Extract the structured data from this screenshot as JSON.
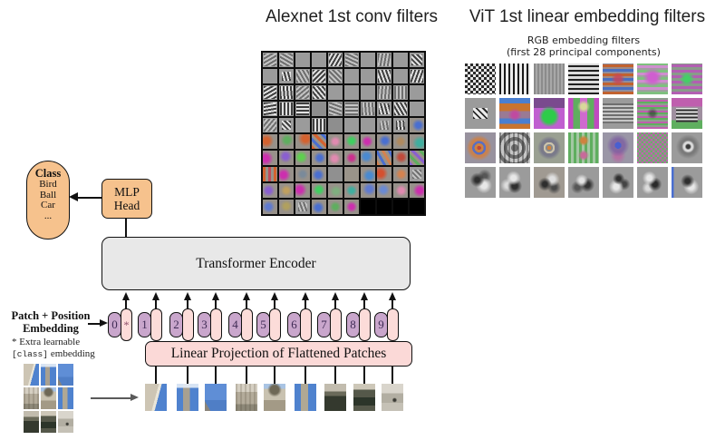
{
  "titles": {
    "alexnet": "Alexnet 1st conv filters",
    "vit": "ViT 1st linear embedding filters",
    "vit_sub1": "RGB embedding filters",
    "vit_sub2": "(first 28 principal components)"
  },
  "diagram": {
    "class_bubble": {
      "title": "Class",
      "items": [
        "Bird",
        "Ball",
        "Car",
        "..."
      ]
    },
    "mlp": {
      "line1": "MLP",
      "line2": "Head"
    },
    "encoder": "Transformer Encoder",
    "patch_position": {
      "line1": "Patch + Position",
      "line2": "Embedding"
    },
    "note": {
      "line1": "* Extra learnable",
      "code": "[class]",
      "rest": "embedding"
    },
    "linear": "Linear Projection of Flattened Patches",
    "tokens": [
      "0",
      "1",
      "2",
      "3",
      "4",
      "5",
      "6",
      "7",
      "8",
      "9"
    ],
    "star": "*"
  },
  "colors": {
    "peach": "#f6c28d",
    "token_purple": "#c9a6cc",
    "token_pink": "#fcdcd9",
    "linear_pink": "#fbd9d7",
    "encoder_gray": "#e8e8e8",
    "sky_blue": "#4f82ce",
    "grid_black": "#0d0d0d"
  },
  "alexnet_filters": {
    "cols": 10,
    "rows": 10,
    "cells": [
      [
        "g",
        150,
        1
      ],
      [
        "g",
        30,
        1
      ],
      [
        "p"
      ],
      [
        "p"
      ],
      [
        "g",
        120,
        2
      ],
      [
        "g",
        25,
        1
      ],
      [
        "p"
      ],
      [
        "g",
        100,
        1
      ],
      [
        "p"
      ],
      [
        "g",
        45,
        2,
        12
      ],
      [
        "p"
      ],
      [
        "g",
        75,
        2,
        10
      ],
      [
        "g",
        60,
        1
      ],
      [
        "g",
        135,
        2
      ],
      [
        "g",
        45,
        1
      ],
      [
        "p"
      ],
      [
        "p"
      ],
      [
        "g",
        70,
        2
      ],
      [
        "p"
      ],
      [
        "g",
        110,
        2
      ],
      [
        "g",
        150,
        2
      ],
      [
        "g",
        85,
        2
      ],
      [
        "g",
        140,
        1
      ],
      [
        "g",
        50,
        2
      ],
      [
        "p"
      ],
      [
        "p"
      ],
      [
        "p"
      ],
      [
        "g",
        95,
        1
      ],
      [
        "g",
        90,
        1
      ],
      [
        "p"
      ],
      [
        "g",
        170,
        2
      ],
      [
        "g",
        90,
        2
      ],
      [
        "g",
        0,
        2
      ],
      [
        "p",
        "#8e8e8e"
      ],
      [
        "g",
        20,
        1
      ],
      [
        "g",
        0,
        1
      ],
      [
        "g",
        85,
        1
      ],
      [
        "g",
        75,
        2,
        12
      ],
      [
        "g",
        60,
        2
      ],
      [
        "p"
      ],
      [
        "g",
        130,
        1
      ],
      [
        "g",
        45,
        2,
        10
      ],
      [
        "p"
      ],
      [
        "g",
        90,
        2,
        14
      ],
      [
        "p",
        "#8e8e8e"
      ],
      [
        "p"
      ],
      [
        "p"
      ],
      [
        "g",
        80,
        1,
        10
      ],
      [
        "g",
        85,
        2,
        10
      ],
      [
        "b",
        "#4a6fd0",
        60,
        50
      ],
      [
        "b",
        "#d4622f",
        25,
        45
      ],
      [
        "b",
        "#5fae5f",
        55,
        40
      ],
      [
        "b",
        "#d4622f",
        70,
        30
      ],
      [
        "b2",
        "#d4622f",
        "#4a6fd0",
        45
      ],
      [
        "b",
        "#e08ab0",
        50,
        50
      ],
      [
        "b",
        "#3fcf5f",
        50,
        45
      ],
      [
        "b",
        "#cc2fae",
        45,
        50
      ],
      [
        "b",
        "#4a6fd0",
        55,
        45
      ],
      [
        "b",
        "#b08a5f",
        50,
        50
      ],
      [
        "b",
        "#3fae9f",
        70,
        60
      ],
      [
        "b",
        "#cc2fae",
        20,
        55
      ],
      [
        "b",
        "#8a5fd0",
        45,
        40
      ],
      [
        "b",
        "#5fcf4f",
        40,
        45
      ],
      [
        "b",
        "#4a6fd0",
        55,
        50
      ],
      [
        "b",
        "#e08ab0",
        45,
        55
      ],
      [
        "b",
        "#cc2f8e",
        50,
        50
      ],
      [
        "b",
        "#4a8ad0",
        40,
        40
      ],
      [
        "b2",
        "#d4824f",
        "#4a6fd0",
        60
      ],
      [
        "b",
        "#c04a3a",
        55,
        45
      ],
      [
        "b2",
        "#8a5fd0",
        "#5fae5f",
        45
      ],
      [
        "b2",
        "#d4622f",
        "#c04a5a",
        90
      ],
      [
        "b",
        "#cc2fae",
        30,
        55
      ],
      [
        "b",
        "#7a8a9a",
        50,
        50
      ],
      [
        "b",
        "#4a6fd0",
        45,
        55
      ],
      [
        "p",
        "#909090"
      ],
      [
        "p",
        "#9a948a"
      ],
      [
        "b",
        "#4a8ad0",
        60,
        60
      ],
      [
        "b",
        "#d4502f",
        25,
        45
      ],
      [
        "b",
        "#d4824f",
        55,
        50
      ],
      [
        "g",
        45,
        1,
        10
      ],
      [
        "b",
        "#8a5fd0",
        40,
        50
      ],
      [
        "b",
        "#c0a05f",
        50,
        50
      ],
      [
        "b",
        "#cc2fae",
        30,
        45
      ],
      [
        "b",
        "#3fcf5f",
        50,
        45
      ],
      [
        "b",
        "#7fae7f",
        55,
        55
      ],
      [
        "b",
        "#3fae9f",
        50,
        50
      ],
      [
        "b",
        "#5f7ad0",
        60,
        40
      ],
      [
        "b",
        "#6a8ad4",
        45,
        45
      ],
      [
        "b",
        "#e08ab0",
        55,
        50
      ],
      [
        "b",
        "#cc2fae",
        70,
        50
      ],
      [
        "b",
        "#5f7ad0",
        40,
        50
      ],
      [
        "b",
        "#b0a05f",
        50,
        45
      ],
      [
        "g",
        70,
        1,
        10
      ],
      [
        "b",
        "#4a6fd0",
        45,
        55
      ],
      [
        "b",
        "#5fae5f",
        50,
        50
      ],
      [
        "b",
        "#cc2fae",
        50,
        50
      ],
      "k",
      "k",
      "k",
      "k"
    ]
  },
  "vit_filters": {
    "cols": 7,
    "rows": 4,
    "cells": [
      "repeating-conic-gradient(#e6e6e6 0% 25%, #2a2a2a 0% 50%) 0 0/6px 6px",
      "repeating-linear-gradient(90deg, #1a1a1a 0 2px, #ececec 2px 5px)",
      "repeating-linear-gradient(90deg, #8b8b8b 0 2px, #a8a8a8 2px 4px)",
      "repeating-linear-gradient(0deg, #202020 0 2px, #dcdcdc 2px 5px)",
      "radial-gradient(circle at 50% 50%, rgba(200,70,90,0.85) 0 14%, rgba(200,70,90,0) 32%), repeating-linear-gradient(0deg, #c2622f 0 3px, #8e8e9e 3px 5px, #4a6fc0 5px 8px, #a08a84 8px 10px)",
      "radial-gradient(circle at 50% 45%, #cf5fcf 0 18%, rgba(207,95,207,0) 42%), repeating-linear-gradient(0deg, #7fc07f 0 3px, #a0a0a0 3px 5px, #cf8fcf 5px 8px)",
      "radial-gradient(circle at 50% 50%, #44cf66 0 14%, rgba(68,207,102,0) 34%), repeating-linear-gradient(0deg, #b25fb2 0 3px, #8a9a8a 3px 6px)",
      "repeating-linear-gradient(45deg, #2a2a2a 0 2px, #ececec 2px 5px) 50% 50%/16px 12px no-repeat, linear-gradient(#9b9b9b, #9b9b9b)",
      "radial-gradient(circle at 50% 55%, #c04aa0 0 12%, rgba(192,74,160,0) 30%), linear-gradient(180deg, #4a7fd0 0 18%, #c8742f 18% 42%, #9a7a94 42% 66%, #4a7fd0 66% 84%, #c8742f 84%)",
      "radial-gradient(circle at 50% 60%, #2ecc4a 0 26%, rgba(46,204,74,0) 44%), linear-gradient(180deg, #7a4a8e 0 32%, #c05fd0 32%)",
      "radial-gradient(circle at 50% 28%, #d8d89a 0 10%, rgba(216,216,154,0) 24%), linear-gradient(90deg, #c04ac0 0 16%, #5fae5f 16% 38%, #cf6acf 38% 62%, #5fae5f 62% 84%, #c04ac0 84%)",
      "repeating-linear-gradient(0deg, #6e6e6e 0 2px, #c6c6c6 2px 4px) 50% 50%/100% 64% no-repeat, linear-gradient(#9b9b9b, #9b9b9b)",
      "radial-gradient(circle at 50% 50%, rgba(40,40,40,0.55) 0 10%, rgba(40,40,40,0) 26%), repeating-linear-gradient(0deg, #bf5fae 0 2px, #8f9f8f 2px 4px, #5faf5f 4px 6px)",
      "repeating-linear-gradient(0deg, #2a2a2a 0 2px, #e6e6e6 2px 4px) 50% 58%/70% 46% no-repeat, linear-gradient(180deg, #bf5fae 0 28%, #9f8f9f 28% 72%, #5faf5f 72%)",
      "radial-gradient(circle at 46% 50%, #c2463a 0 9%, #d0823f 9% 20%, #5a6fc0 20% 30%, #c8824f 30% 40%, rgba(154,154,154,0) 56%), linear-gradient(#98929e, #98929e)",
      "repeating-linear-gradient(90deg, rgba(40,40,40,0.4) 0 2px, rgba(0,0,0,0) 2px 5px), repeating-radial-gradient(circle at 50% 50%, #6e6e6e 0 4px, #c6c6c6 4px 8px)",
      "radial-gradient(circle at 50% 50%, #d0823f 0 9%, #8a8a8a 9% 17%, #ccc4ac 17% 26%, #7a7a8a 26% 38%, rgba(154,154,154,0) 54%), linear-gradient(#9aa092, #9aa092)",
      "radial-gradient(circle at 50% 26%, #d0823f 0 9%, rgba(208,130,63,0) 20%), radial-gradient(circle at 50% 74%, #c86a9a 0 9%, rgba(200,106,154,0) 20%), repeating-linear-gradient(90deg, #5fae5f 0 3px, #a4c8a4 3px 6px)",
      "radial-gradient(circle at 50% 42%, #4a5fd0 0 14%, rgba(122,90,160,0.75) 14% 28%, rgba(122,90,160,0) 48%), radial-gradient(circle at 50% 76%, rgba(200,80,160,0.55) 0 10%, rgba(200,80,160,0) 28%), linear-gradient(#9a96a6, #9a96a6)",
      "repeating-conic-gradient(rgba(200,80,180,0.75) 0% 25%, rgba(90,180,90,0.75) 0% 50%) 50% 50%/5px 5px, linear-gradient(#9aa49a, #9aa49a)",
      "radial-gradient(circle at 54% 46%, #3a3a3a 0 8%, #dcdcdc 14% 20%, #7a7a7a 27% 34%, rgba(154,154,154,0) 52%), linear-gradient(#9b9b9b, #9b9b9b)",
      "radial-gradient(circle at 40% 42%, #2e2e2e 0 9%, rgba(46,46,46,0) 28%), radial-gradient(circle at 62% 60%, #e8e8e8 0 11%, rgba(232,232,232,0) 30%), radial-gradient(circle at 64% 30%, #565656 0 8%, rgba(86,86,86,0) 24%), linear-gradient(#9b9b9b, #9b9b9b)",
      "radial-gradient(circle at 46% 36%, #e8e8e8 0 10%, rgba(232,232,232,0) 28%), radial-gradient(circle at 50% 62%, #2e2e2e 0 11%, rgba(46,46,46,0) 30%), radial-gradient(circle at 26% 60%, #dcdcdc 0 8%, rgba(220,220,220,0) 24%), linear-gradient(#9b9b9b, #9b9b9b)",
      "radial-gradient(circle at 36% 56%, #2e2e2e 0 9%, rgba(46,46,46,0) 26%), radial-gradient(circle at 60% 40%, #e0e0e0 0 10%, rgba(224,224,224,0) 28%), radial-gradient(circle at 66% 66%, #4a4a4a 0 8%, rgba(74,74,74,0) 24%), linear-gradient(#a09a92, #a09a92)",
      "radial-gradient(circle at 44% 44%, #e4e4e4 0 9%, rgba(228,228,228,0) 26%), radial-gradient(circle at 62% 58%, #333333 0 10%, rgba(51,51,51,0) 28%), radial-gradient(circle at 30% 66%, #565656 0 8%, rgba(86,86,86,0) 22%), linear-gradient(#9b9b9b, #9b9b9b)",
      "radial-gradient(circle at 52% 38%, #2e2e2e 0 8%, rgba(46,46,46,0) 24%), radial-gradient(circle at 44% 64%, #e8e8e8 0 10%, rgba(232,232,232,0) 28%), radial-gradient(circle at 70% 56%, #444444 0 8%, rgba(68,68,68,0) 22%), linear-gradient(#9b9b9b, #9b9b9b)",
      "radial-gradient(circle at 40% 36%, #e8e8e8 0 9%, rgba(232,232,232,0) 26%), radial-gradient(circle at 58% 56%, #2a2a2a 0 10%, rgba(42,42,42,0) 28%), radial-gradient(circle at 36% 68%, #dcdcdc 0 8%, rgba(220,220,220,0) 22%), linear-gradient(#9b9b9b, #9b9b9b)",
      "linear-gradient(90deg, #4a6fd0 0 7%, rgba(74,111,208,0) 7%), radial-gradient(circle at 52% 46%, #2e2e2e 0 10%, rgba(46,46,46,0) 30%), radial-gradient(circle at 64% 64%, #e8e8e8 0 10%, rgba(232,232,232,0) 28%), linear-gradient(#9b9b9b, #9b9b9b)"
    ]
  },
  "photo_patches": [
    "linear-gradient(105deg, #cdc5b4 0 48%, #e9e5d8 48% 58%, #4f82ce 58%)",
    "linear-gradient(180deg, rgba(230,238,248,0.9) 0 15%, rgba(0,0,0,0) 15%), linear-gradient(90deg, #4f82ce 0 30%, #a8a090 30% 60%, #4f82ce 60%)",
    "linear-gradient(60deg, #8a847a 0 15%, rgba(0,0,0,0) 15%), linear-gradient(180deg, #5f8ed6 0 60%, #4f7ec6 60%)",
    "repeating-linear-gradient(90deg, rgba(70,60,40,0.18) 0 2px, rgba(0,0,0,0) 2px 5px), linear-gradient(180deg, #d5cfc2 0 30%, #b3ab9a 30% 75%, #8d8878 75%)",
    "radial-gradient(circle at 50% 22%, #6e6856 0 18%, rgba(0,0,0,0) 30%), linear-gradient(180deg, #a9c4e4 0 18%, #c9c2b0 18% 60%, #a39a86 60%)",
    "linear-gradient(90deg, #4f82ce 0 30%, #b0a894 30% 62%, #4f82ce 62%)",
    "linear-gradient(180deg, #c2bcae 0 28%, #6a6a5a 28% 45%, #34392e 45%)",
    "linear-gradient(180deg, #cdc7b8 0 22%, #55584a 22% 50%, #2c352a 50% 80%, #55584a 80%)",
    "radial-gradient(circle at 60% 60%, #3a3a34 0 6%, rgba(0,0,0,0) 12%), linear-gradient(180deg, #d9d5cc 0 35%, #b2aea2 35% 70%, #c5c1b6 70%)"
  ]
}
